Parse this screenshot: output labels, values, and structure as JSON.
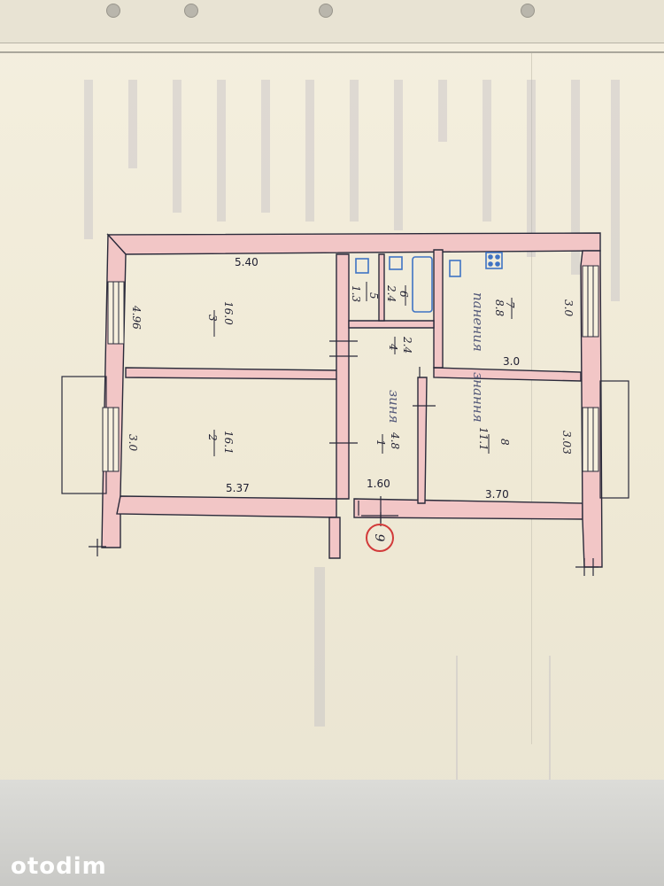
{
  "watermark": "otodim",
  "plan": {
    "room_3": {
      "number": "3",
      "area": "16.0",
      "width": "5.40",
      "depth": "4.96"
    },
    "room_2": {
      "number": "2",
      "area": "16.1",
      "width": "5.37",
      "depth": "3.0"
    },
    "room_4": {
      "number": "4",
      "area": "2.4"
    },
    "room_1": {
      "number": "1",
      "area": "4.8",
      "width": "1.60"
    },
    "room_5": {
      "number": "5",
      "area": "1.3"
    },
    "room_6": {
      "number": "6",
      "area": "2.4"
    },
    "room_7": {
      "number": "7",
      "area": "8.8",
      "width": "3.0",
      "depth": "3.0"
    },
    "room_8": {
      "number": "8",
      "area": "11.1",
      "width": "3.70",
      "depth": "3.03"
    },
    "apartment_number": "9"
  },
  "colors": {
    "wall_fill": "#f2c6c6",
    "wall_stroke": "#2a2a3a",
    "stamp": "#555a7a",
    "circle": "#d23a3a"
  }
}
